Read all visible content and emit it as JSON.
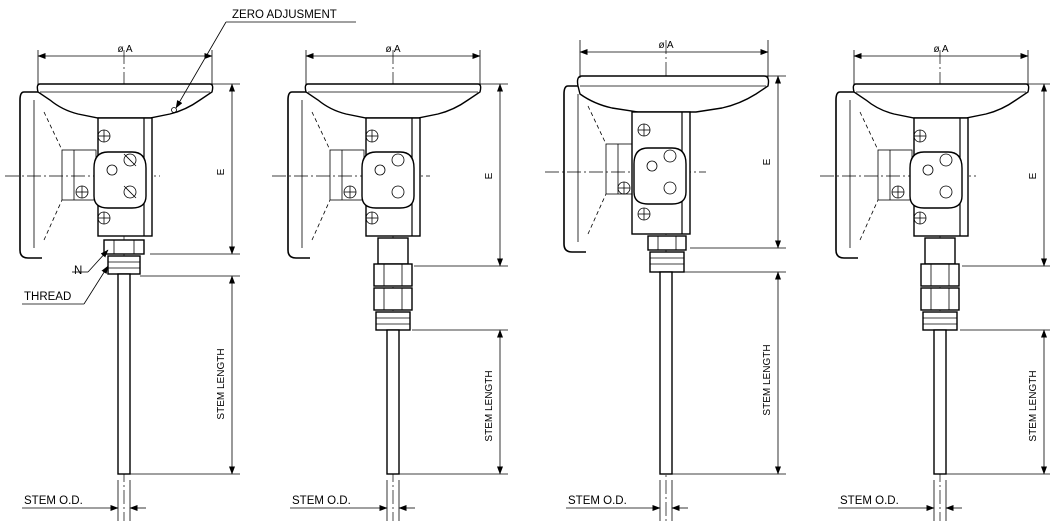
{
  "labels": {
    "zero_adjustment": "ZERO ADJUSMENT",
    "dia_a": "ø A",
    "e": "E",
    "n": "N",
    "thread": "THREAD",
    "stem_length": "STEM LENGTH",
    "stem_od": "STEM O.D."
  },
  "views": [
    {
      "id": "view-1",
      "dia_a": "ø A",
      "e": "E",
      "stem_length": "STEM LENGTH",
      "stem_od": "STEM O.D."
    },
    {
      "id": "view-2",
      "dia_a": "ø A",
      "e": "E",
      "stem_length": "STEM LENGTH",
      "stem_od": "STEM O.D."
    },
    {
      "id": "view-3",
      "dia_a": "ø A",
      "e": "E",
      "stem_length": "STEM LENGTH",
      "stem_od": "STEM O.D."
    },
    {
      "id": "view-4",
      "dia_a": "ø A",
      "e": "E",
      "stem_length": "STEM LENGTH",
      "stem_od": "STEM O.D."
    }
  ]
}
